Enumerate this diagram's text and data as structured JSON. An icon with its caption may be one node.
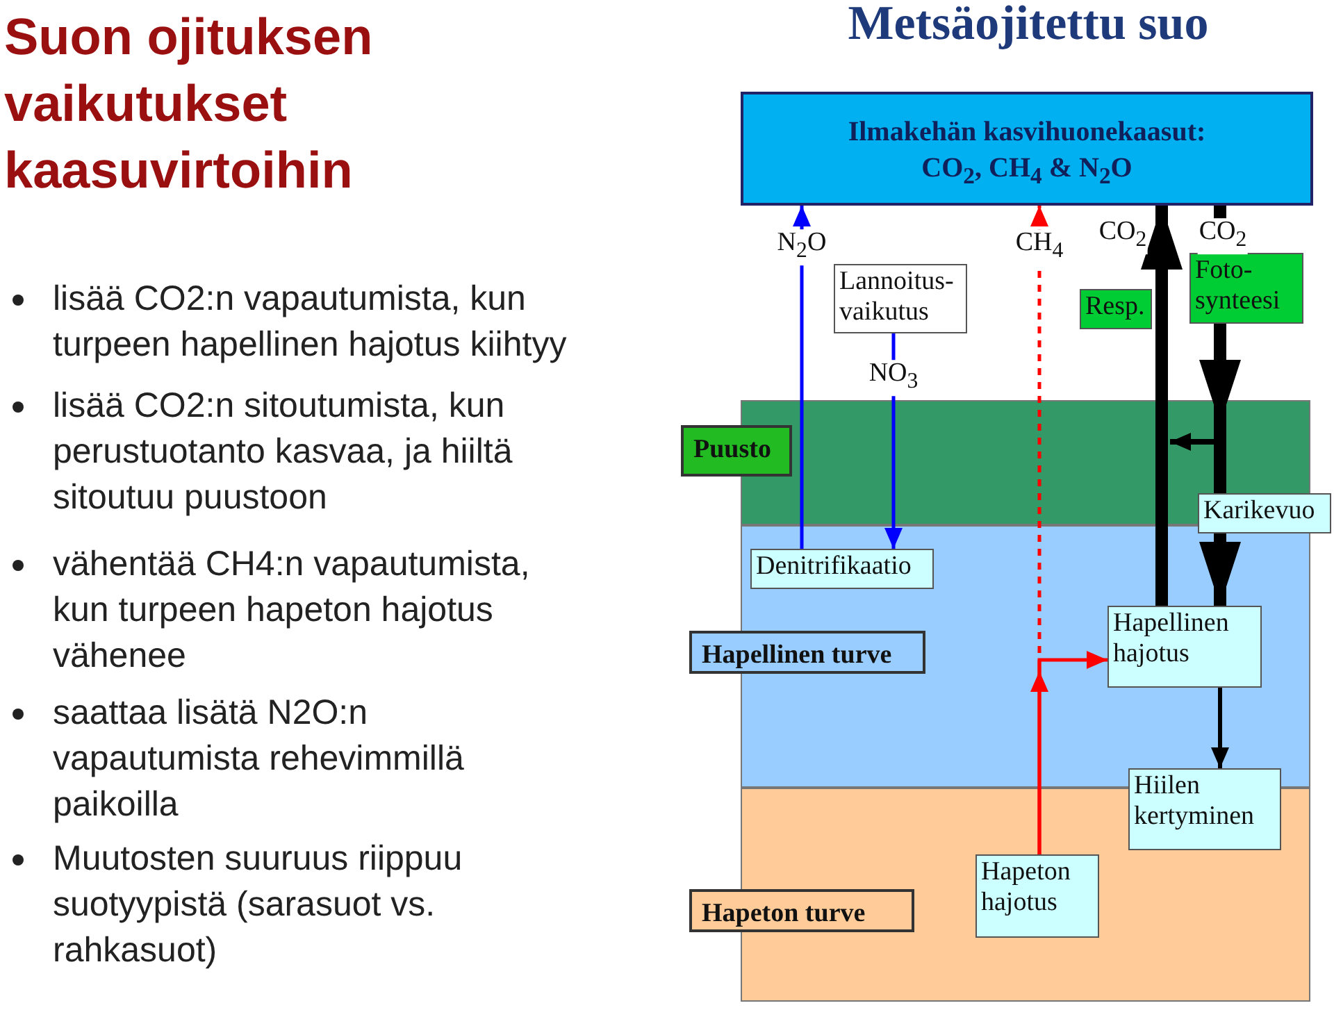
{
  "diagram": {
    "title": "Suon ojituksen vaikutukset kaasuvirtoihin",
    "nodes": [
      {
        "text": [
          "Ilmakehän kasvihuonekaasut:",
          "CO$_{2}$, CH$_{4}$ & N$_{2}$O"
        ]
      },
      {
        "text": [
          "Puusto"
        ]
      },
      {
        "text": [
          "Hapellinen turve"
        ]
      },
      {
        "text": [
          "Hapeton turve"
        ]
      },
      {
        "text": [
          "Lannoitus-vaikutus"
        ]
      },
      {
        "text": [
          "Denitrifikaatio"
        ]
      },
      {
        "text": [
          "Hapellinen hajotus"
        ]
      },
      {
        "text": [
          "Hiilen kertyminen"
        ]
      },
      {
        "text": [
          "Hapeton hajotus"
        ]
      },
      {
        "text": [
          "Resp."
        ]
      },
      {
        "text": [
          "Foto-synteesi"
        ]
      },
      {
        "text": [
          "Karikevuo"
        ]
      }
    ],
    "edges": [
      {
        "from": 5,
        "to": 0,
        "arrow": "to",
        "label": "N$_{2}$O",
        "color": "#0000ff"
      },
      {
        "from": 4,
        "to": 5,
        "arrow": "to",
        "label": "NO$_{3}$",
        "color": "#0000ff"
      },
      {
        "from": 8,
        "to": 0,
        "arrow": "to",
        "label": "CH$_{4}$",
        "style": "dashed",
        "color": "#ff0000"
      },
      {
        "from": 8,
        "to": 6,
        "arrow": "to",
        "color": "#ff0000"
      },
      {
        "from": 6,
        "to": 0,
        "arrow": "to",
        "label": "CO$_{2}$",
        "style": "thick"
      },
      {
        "from": 0,
        "to": 10,
        "arrow": "none",
        "label": "CO$_{2}$",
        "style": "thick"
      },
      {
        "from": 10,
        "to": null,
        "arrow": "to",
        "style": "thick"
      },
      {
        "from": null,
        "to": 11,
        "arrow": "none",
        "style": "thick"
      },
      {
        "from": 11,
        "to": 6,
        "arrow": "to",
        "style": "thick"
      },
      {
        "from": 6,
        "to": 7,
        "arrow": "to"
      }
    ],
    "labels": [
      "Metsäojitettu suo",
      "lisää CO2:n vapautumista, kun turpeen hapellinen hajotus kiihtyy",
      "lisää CO2:n sitoutumista, kun perustuotanto kasvaa, ja hiiltä sitoutuu puustoon",
      "vähentää CH4:n vapautumista, kun turpeen hapeton hajotus vähenee",
      "saattaa lisätä N2O:n vapautumista rehevimmillä paikoilla",
      "Muutosten suuruus riippuu suotyypistä (sarasuot vs. rahkasuot)"
    ]
  }
}
